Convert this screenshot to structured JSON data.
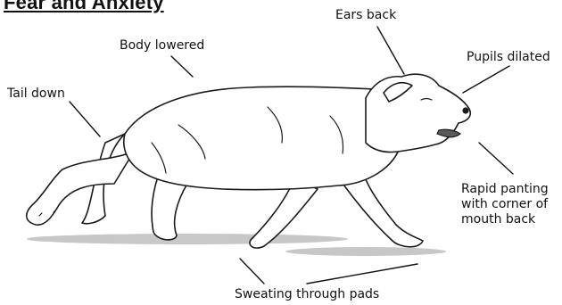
{
  "diagram": {
    "title": "Fear and Anxiety",
    "labels": {
      "ears_back": "Ears back",
      "body_lowered": "Body lowered",
      "pupils_dilated": "Pupils dilated",
      "tail_down": "Tail down",
      "panting": [
        "Rapid panting",
        "with corner of",
        "mouth back"
      ],
      "sweating": "Sweating through pads"
    }
  }
}
